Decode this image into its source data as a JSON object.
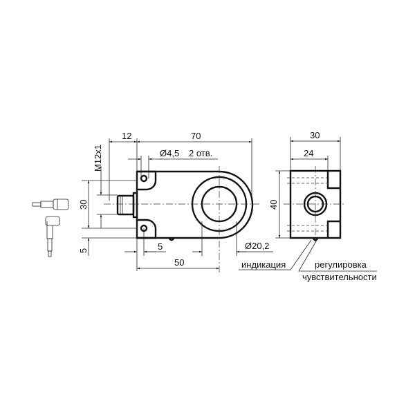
{
  "drawing": {
    "front_view": {
      "dim_connector_length": "12",
      "dim_total_length": "70",
      "dim_hole": "Ø4,5",
      "dim_hole_count": "2 отв.",
      "dim_thread": "M12x1",
      "dim_hole_spacing": "30",
      "dim_hole_offset": "5",
      "dim_hole_edge": "5",
      "dim_center_distance": "50",
      "dim_bore": "Ø20,2"
    },
    "side_view": {
      "dim_width": "30",
      "dim_inner_width": "24",
      "dim_height": "40"
    },
    "labels": {
      "indication": "индикация",
      "sensitivity_line1": "регулировка",
      "sensitivity_line2": "чувствительности"
    }
  }
}
